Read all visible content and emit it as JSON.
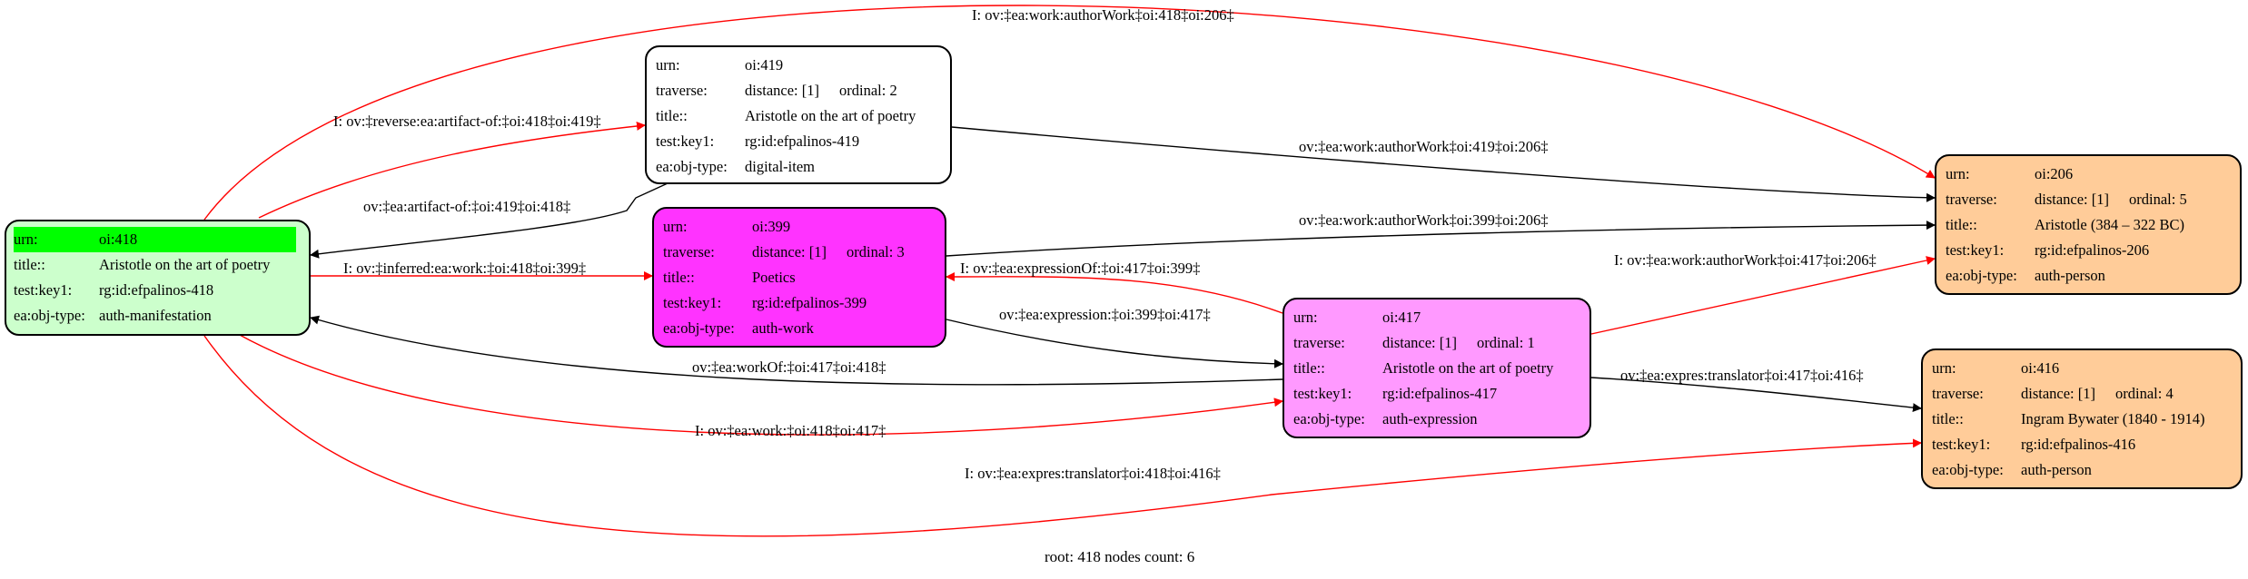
{
  "nodes": {
    "n418": {
      "urn": "oi:418",
      "title": "Aristotle on the art of poetry",
      "key": "rg:id:efpalinos-418",
      "type": "auth-manifestation"
    },
    "n419": {
      "urn": "oi:419",
      "distance": "distance: [1]",
      "ordinal": "ordinal: 2",
      "title": "Aristotle on the art of poetry",
      "key": "rg:id:efpalinos-419",
      "type": "digital-item"
    },
    "n399": {
      "urn": "oi:399",
      "distance": "distance: [1]",
      "ordinal": "ordinal: 3",
      "title": "Poetics",
      "key": "rg:id:efpalinos-399",
      "type": "auth-work"
    },
    "n417": {
      "urn": "oi:417",
      "distance": "distance: [1]",
      "ordinal": "ordinal: 1",
      "title": "Aristotle on the art of poetry",
      "key": "rg:id:efpalinos-417",
      "type": "auth-expression"
    },
    "n206": {
      "urn": "oi:206",
      "distance": "distance: [1]",
      "ordinal": "ordinal: 5",
      "title": "Aristotle (384 – 322 BC)",
      "key": "rg:id:efpalinos-206",
      "type": "auth-person"
    },
    "n416": {
      "urn": "oi:416",
      "distance": "distance: [1]",
      "ordinal": "ordinal: 4",
      "title": "Ingram Bywater (1840 - 1914)",
      "key": "rg:id:efpalinos-416",
      "type": "auth-person"
    }
  },
  "field_labels": {
    "urn": "urn:",
    "traverse": "traverse:",
    "title": "title::",
    "key": "test:key1:",
    "type": "ea:obj-type:"
  },
  "edges": {
    "e418_206": "I: ov:‡ea:work:authorWork‡oi:418‡oi:206‡",
    "e418_419": "I: ov:‡reverse:ea:artifact-of:‡oi:418‡oi:419‡",
    "e419_418": "ov:‡ea:artifact-of:‡oi:419‡oi:418‡",
    "e419_206": "ov:‡ea:work:authorWork‡oi:419‡oi:206‡",
    "e399_206": "ov:‡ea:work:authorWork‡oi:399‡oi:206‡",
    "e418_399": "I: ov:‡inferred:ea:work:‡oi:418‡oi:399‡",
    "e417_399": "I: ov:‡ea:expressionOf:‡oi:417‡oi:399‡",
    "e417_206": "I: ov:‡ea:work:authorWork‡oi:417‡oi:206‡",
    "e399_417": "ov:‡ea:expression:‡oi:399‡oi:417‡",
    "e417_418": "ov:‡ea:workOf:‡oi:417‡oi:418‡",
    "e417_416": "ov:‡ea:expres:translator‡oi:417‡oi:416‡",
    "e418_417": "I: ov:‡ea:work:‡oi:418‡oi:417‡",
    "e418_416": "I: ov:‡ea:expres:translator‡oi:418‡oi:416‡"
  },
  "colors": {
    "node_418": "#ccffcc",
    "node_418_highlight": "#00ff00",
    "node_419": "#ffffff",
    "node_399": "#ff33ff",
    "node_417": "#ff99ff",
    "node_206": "#ffcc99",
    "node_416": "#ffcc99",
    "edge_inferred": "#ff0000",
    "edge_direct": "#000000"
  },
  "footer": "root: 418 nodes count: 6"
}
